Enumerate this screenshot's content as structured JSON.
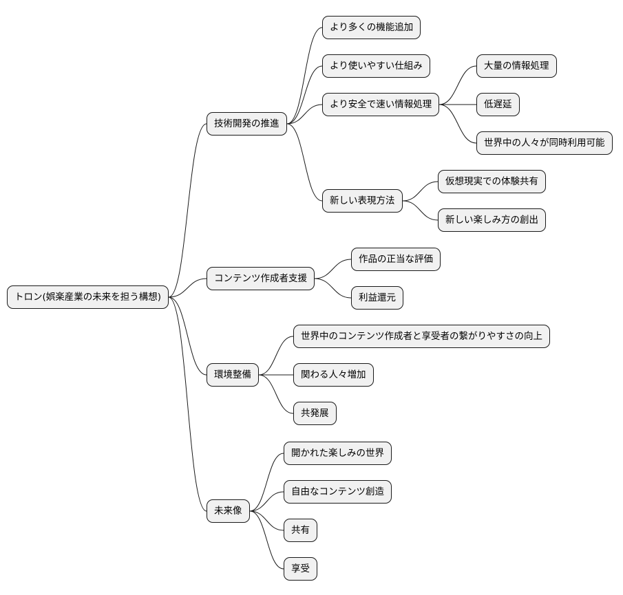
{
  "mindmap": {
    "root": "トロン(娯楽産業の未来を担う構想)",
    "tech": {
      "label": "技術開発の推進",
      "more_features": "より多くの機能追加",
      "easier": "より使いやすい仕組み",
      "safer": {
        "label": "より安全で速い情報処理",
        "mass_processing": "大量の情報処理",
        "low_latency": "低遅延",
        "global_use": "世界中の人々が同時利用可能"
      },
      "expression": {
        "label": "新しい表現方法",
        "vr_sharing": "仮想現実での体験共有",
        "new_fun": "新しい楽しみ方の創出"
      }
    },
    "creator": {
      "label": "コンテンツ作成者支援",
      "fair_eval": "作品の正当な評価",
      "profit": "利益還元"
    },
    "environment": {
      "label": "環境整備",
      "connection": "世界中のコンテンツ作成者と享受者の繋がりやすさの向上",
      "more_people": "関わる人々増加",
      "co_development": "共発展"
    },
    "future": {
      "label": "未来像",
      "open_world": "開かれた楽しみの世界",
      "free_content": "自由なコンテンツ創造",
      "sharing": "共有",
      "enjoyment": "享受"
    }
  }
}
